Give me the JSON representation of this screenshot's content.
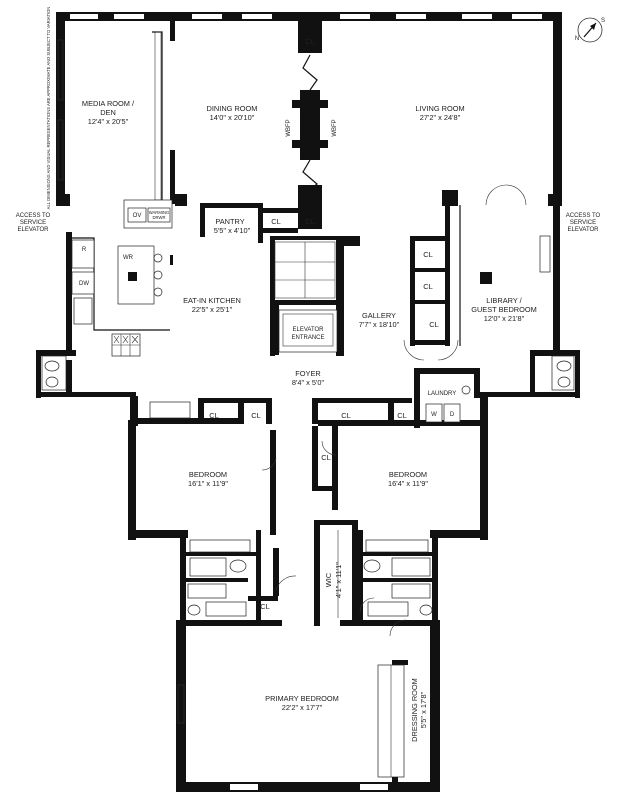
{
  "disclaimer": "ALL DIMENSIONS AND VISUAL REPRESENTATIONS ARE APPROXIMATE AND SUBJECT TO VARIATION",
  "compass": {
    "north": "N",
    "south": "S",
    "icon": "compass-icon"
  },
  "rooms": {
    "media": {
      "name_1": "MEDIA ROOM /",
      "name_2": "DEN",
      "dims": "12'4\" x 20'5\""
    },
    "dining": {
      "name": "DINING ROOM",
      "dims": "14'0\" x 20'10\""
    },
    "living": {
      "name": "LIVING ROOM",
      "dims": "27'2\" x 24'8\""
    },
    "pantry": {
      "name": "PANTRY",
      "dims": "5'5\" x 4'10\""
    },
    "kitchen": {
      "name": "EAT-IN KITCHEN",
      "dims": "22'5\" x 25'1\""
    },
    "elevator": {
      "name_1": "ELEVATOR",
      "name_2": "ENTRANCE"
    },
    "gallery": {
      "name": "GALLERY",
      "dims": "7'7\" x 18'10\""
    },
    "library": {
      "name_1": "LIBRARY /",
      "name_2": "GUEST BEDROOM",
      "dims": "12'0\" x 21'8\""
    },
    "foyer": {
      "name": "FOYER",
      "dims": "8'4\" x 5'0\""
    },
    "laundry": {
      "name": "LAUNDRY"
    },
    "bedroom_left": {
      "name": "BEDROOM",
      "dims": "16'1\" x 11'9\""
    },
    "bedroom_right": {
      "name": "BEDROOM",
      "dims": "16'4\" x 11'9\""
    },
    "wic": {
      "name": "WIC",
      "dims": "4'1\" x 11'1\""
    },
    "primary": {
      "name": "PRIMARY BEDROOM",
      "dims": "22'2\" x 17'7\""
    },
    "dressing": {
      "name": "DRESSING ROOM",
      "dims": "5'5\" x 17'8\""
    }
  },
  "closet_label": "CL",
  "fireplace_label": "WBFP",
  "access_left": [
    "ACCESS TO",
    "SERVICE",
    "ELEVATOR"
  ],
  "access_right": [
    "ACCESS TO",
    "SERVICE",
    "ELEVATOR"
  ],
  "appliances": {
    "oven": "OV",
    "warming_drawer_1": "WARMING",
    "warming_drawer_2": "DRWR",
    "wine_fridge": "WR",
    "refrigerator": "R",
    "dishwasher": "DW",
    "washer": "W",
    "dryer": "D"
  }
}
